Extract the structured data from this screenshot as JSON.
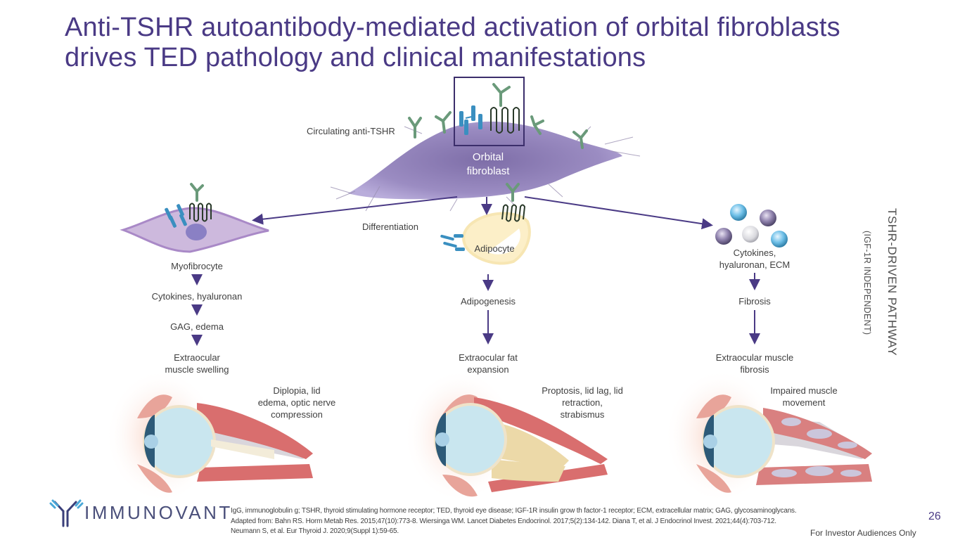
{
  "slide": {
    "title_line1": "Anti-TSHR autoantibody-mediated activation of orbital fibroblasts",
    "title_line2": "drives TED pathology and clinical manifestations",
    "page_number": "26",
    "audience_note": "For Investor Audiences Only",
    "brand": "IMMUNOVANT",
    "accent_color": "#4a3a85"
  },
  "diagram": {
    "circulating_label": "Circulating anti-TSHR",
    "center_cell": {
      "line1": "Orbital",
      "line2": "fibroblast"
    },
    "differentiation_label": "Differentiation",
    "side_label": "TSHR-DRIVEN PATHWAY",
    "side_sublabel": "(IGF-1R INDEPENDENT)",
    "left_branch": {
      "cell": "Myofibrocyte",
      "steps": [
        "Cytokines, hyaluronan",
        "GAG, edema"
      ],
      "outcome_line1": "Extraocular",
      "outcome_line2": "muscle swelling",
      "symptoms": [
        "Diplopia, lid",
        "edema, optic nerve",
        "compression"
      ]
    },
    "middle_branch": {
      "cell": "Adipocyte",
      "steps": [
        "Adipogenesis"
      ],
      "outcome_line1": "Extraocular fat",
      "outcome_line2": "expansion",
      "symptoms": [
        "Proptosis, lid lag, lid",
        "retraction,",
        "strabismus"
      ]
    },
    "right_branch": {
      "cell_line1": "Cytokines,",
      "cell_line2": "hyaluronan,  ECM",
      "steps": [
        "Fibrosis"
      ],
      "outcome_line1": "Extraocular muscle",
      "outcome_line2": "fibrosis",
      "symptoms": [
        "Impaired muscle",
        "movement"
      ]
    }
  },
  "footnotes": [
    "IgG, immunoglobulin  g; TSHR,  thyroid stimulating  hormone receptor; TED,  thyroid eye disease; IGF-1R  insulin grow th factor-1 receptor; ECM,  extracellular matrix; GAG, glycosaminoglycans.",
    "Adapted from: Bahn RS. Horm Metab Res. 2015;47(10):773-8. Wiersinga WM.  Lancet Diabetes Endocrinol. 2017;5(2):134-142. Diana T, et al.  J Endocrinol Invest. 2021;44(4):703-712.",
    "Neumann S, et al. Eur Thyroid J. 2020;9(Suppl 1):59-65."
  ]
}
